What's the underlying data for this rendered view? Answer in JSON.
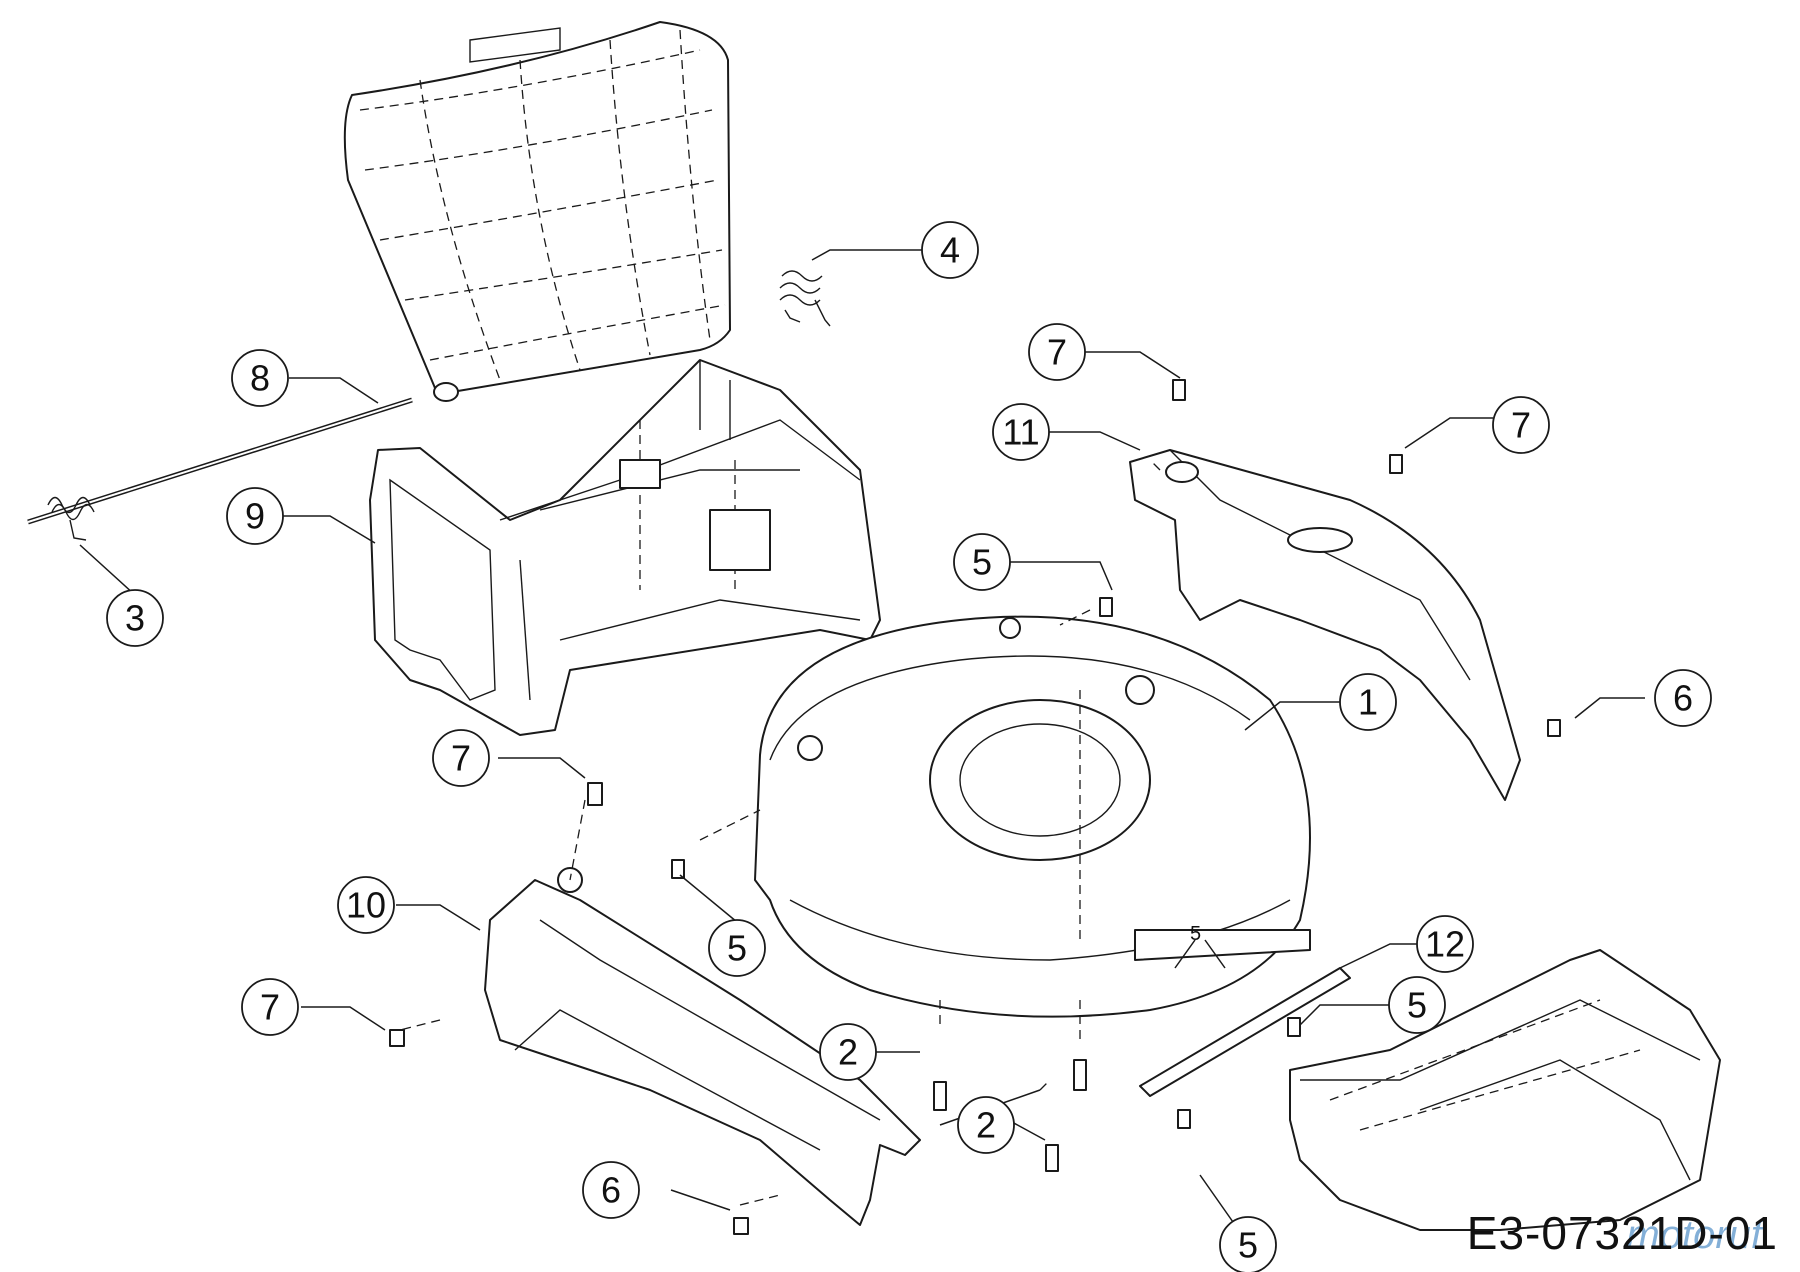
{
  "diagram": {
    "document_code": "E3-07321D-01",
    "watermark": "motoruf",
    "callouts": [
      {
        "id": "c1",
        "label": "1"
      },
      {
        "id": "c2a",
        "label": "2"
      },
      {
        "id": "c2b",
        "label": "2"
      },
      {
        "id": "c3",
        "label": "3"
      },
      {
        "id": "c4",
        "label": "4"
      },
      {
        "id": "c5a",
        "label": "5"
      },
      {
        "id": "c5b",
        "label": "5"
      },
      {
        "id": "c5c",
        "label": "5"
      },
      {
        "id": "c5d",
        "label": "5"
      },
      {
        "id": "c6a",
        "label": "6"
      },
      {
        "id": "c6b",
        "label": "6"
      },
      {
        "id": "c7a",
        "label": "7"
      },
      {
        "id": "c7b",
        "label": "7"
      },
      {
        "id": "c7c",
        "label": "7"
      },
      {
        "id": "c7d",
        "label": "7"
      },
      {
        "id": "c8",
        "label": "8"
      },
      {
        "id": "c9",
        "label": "9"
      },
      {
        "id": "c10",
        "label": "10"
      },
      {
        "id": "c11",
        "label": "11"
      },
      {
        "id": "c12",
        "label": "12"
      }
    ],
    "inline_label": "5"
  }
}
